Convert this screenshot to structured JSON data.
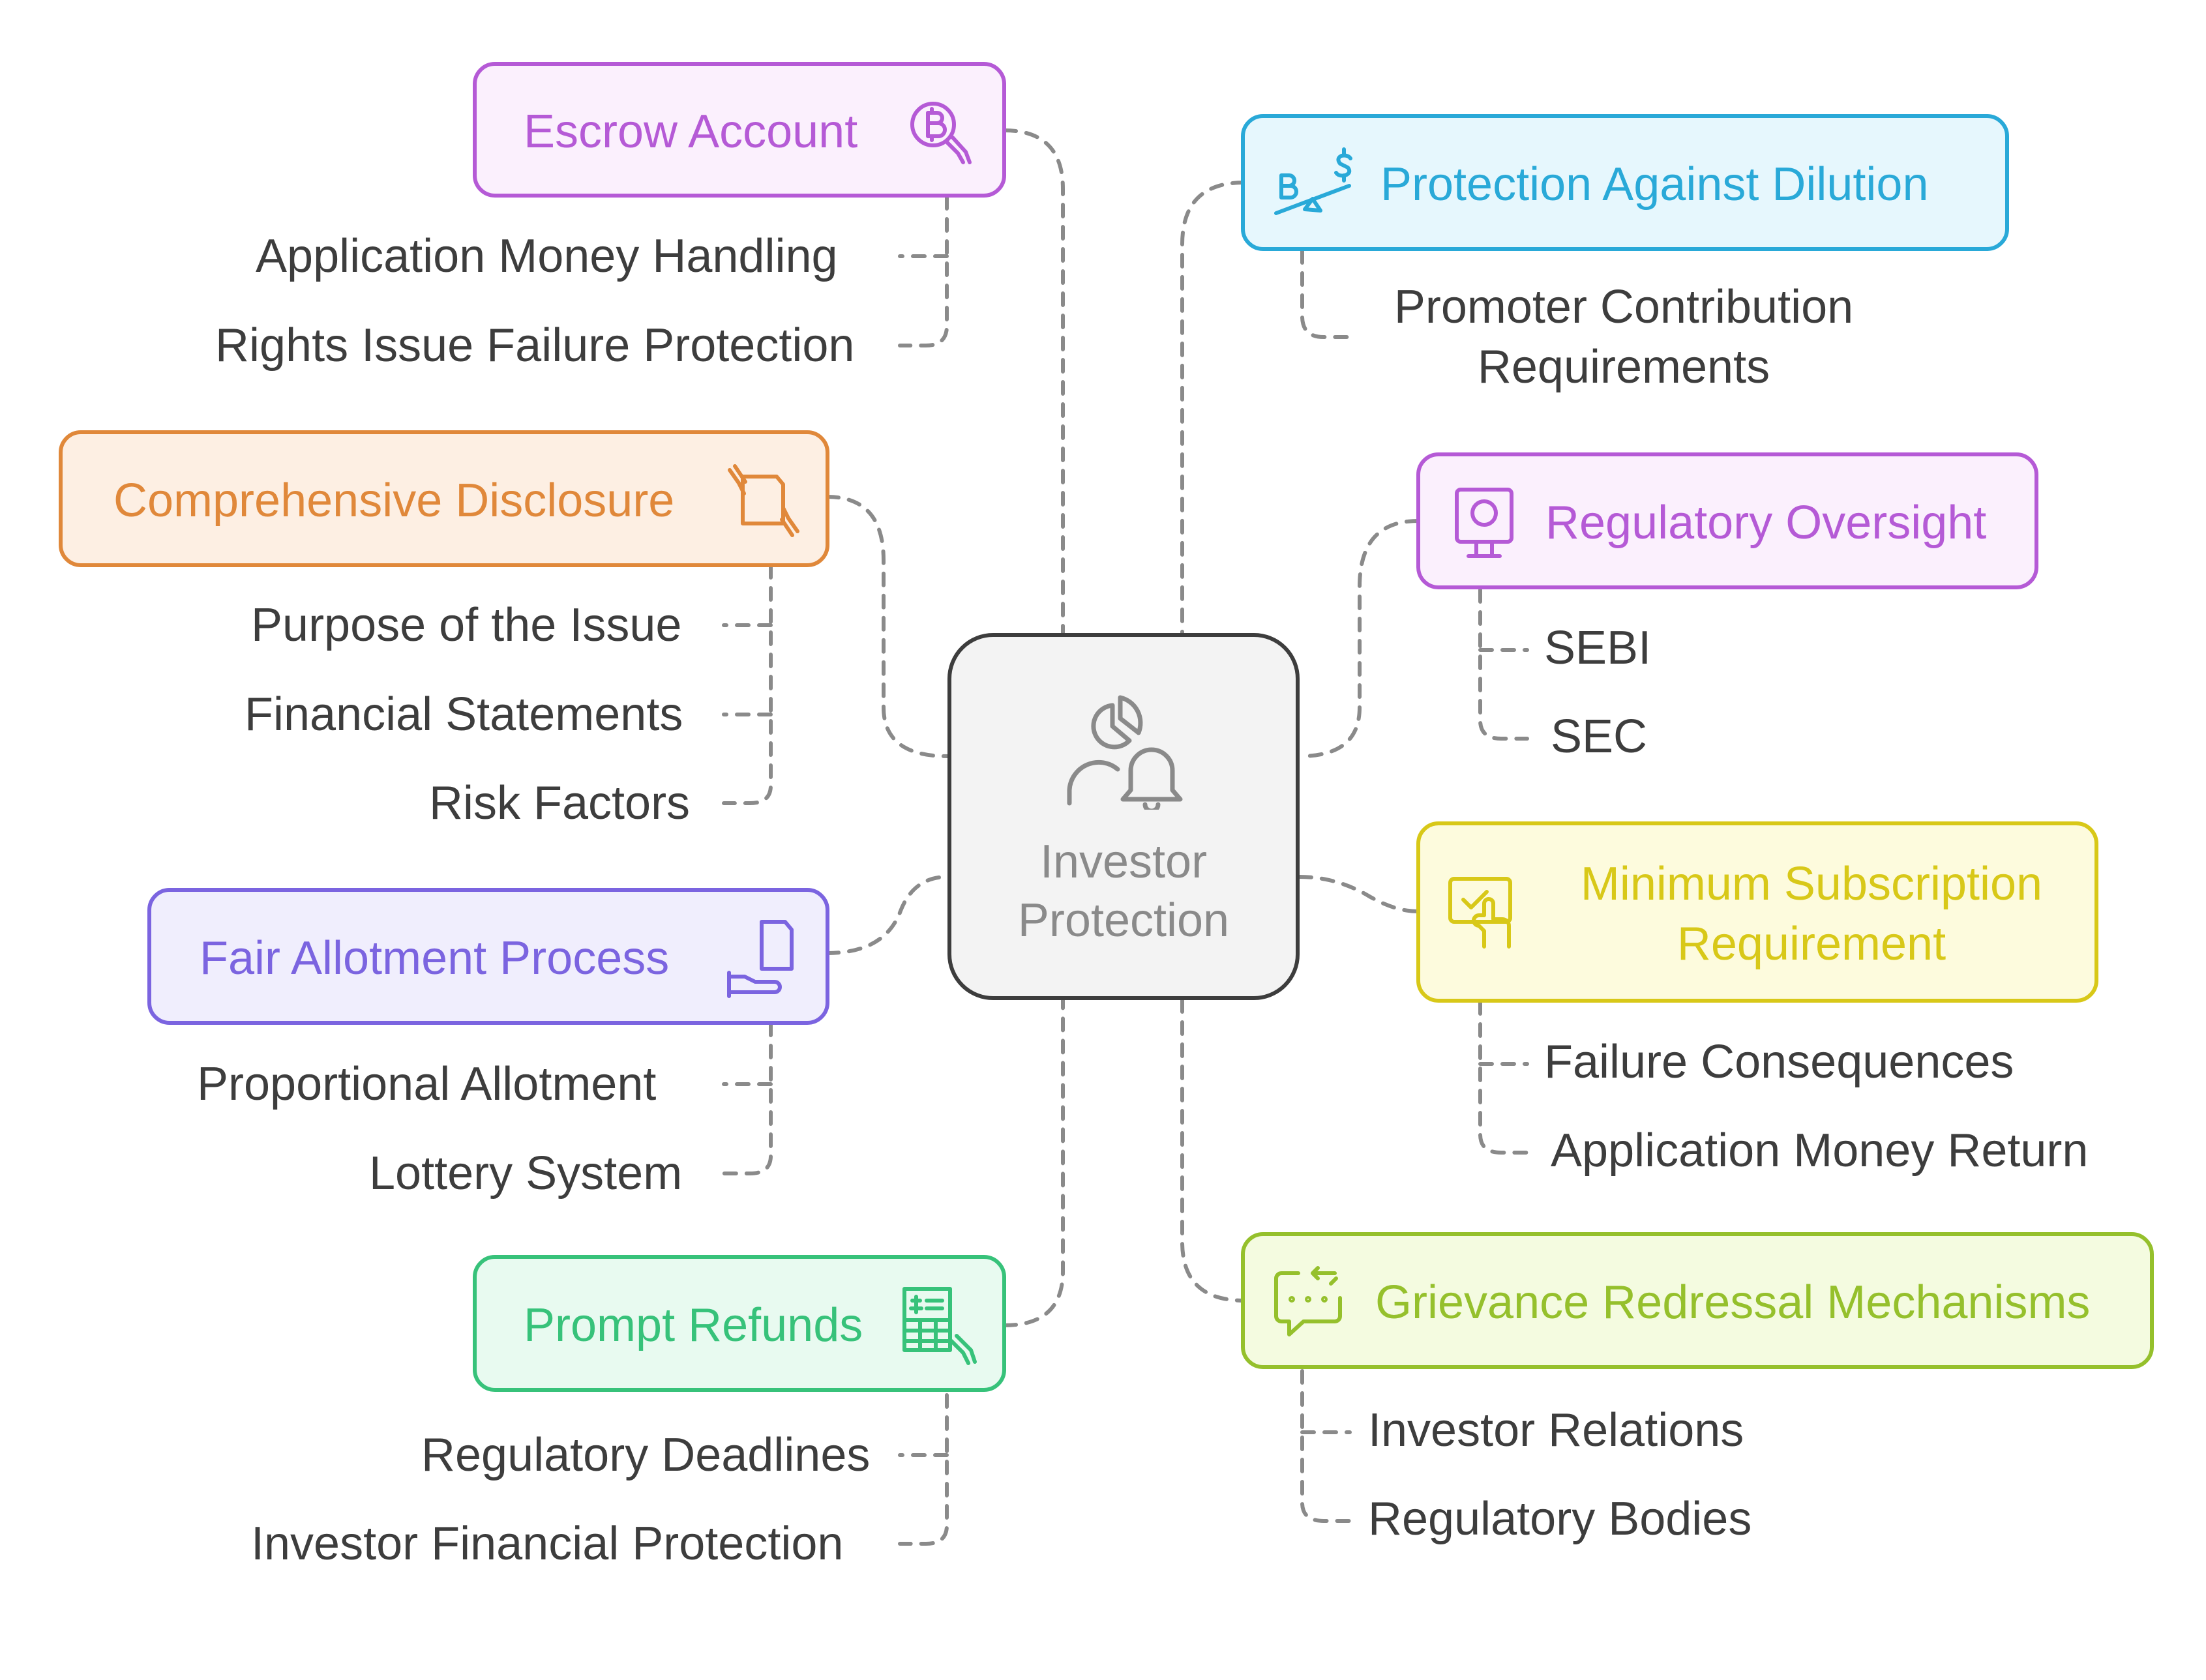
{
  "center": {
    "title": "Investor\nProtection",
    "icon": "investor-alert-icon"
  },
  "colors": {
    "connector": "#8a8a8a",
    "text_dark": "#3d3d3d",
    "purple": "#b55ad6",
    "purple_bg": "#fbf0fd",
    "orange": "#e0883a",
    "orange_bg": "#fdefe3",
    "violet": "#7b64e0",
    "violet_bg": "#f0eefd",
    "green": "#37c27a",
    "green_bg": "#e8faf0",
    "cyan": "#29a9d8",
    "cyan_bg": "#e6f7fd",
    "magenta": "#b55ad6",
    "magenta_bg": "#fbf0fd",
    "yellow": "#d8c818",
    "yellow_bg": "#fdfbdd",
    "lime": "#95c02c",
    "lime_bg": "#f4fbe0"
  },
  "branches": {
    "escrow": {
      "label": "Escrow Account",
      "icon": "bitcoin-hand-icon",
      "items": [
        "Application Money Handling",
        "Rights Issue Failure Protection"
      ]
    },
    "disclosure": {
      "label": "Comprehensive Disclosure",
      "icon": "document-hands-icon",
      "items": [
        "Purpose of the Issue",
        "Financial Statements",
        "Risk Factors"
      ]
    },
    "allotment": {
      "label": "Fair Allotment Process",
      "icon": "hand-document-icon",
      "items": [
        "Proportional Allotment",
        "Lottery System"
      ]
    },
    "refunds": {
      "label": "Prompt Refunds",
      "icon": "invoice-hand-icon",
      "items": [
        "Regulatory Deadlines",
        "Investor Financial Protection"
      ]
    },
    "dilution": {
      "label": "Protection Against Dilution",
      "icon": "seesaw-currency-icon",
      "items": [
        "Promoter Contribution\nRequirements"
      ]
    },
    "oversight": {
      "label": "Regulatory Oversight",
      "icon": "monitor-webcam-icon",
      "items": [
        "SEBI",
        "SEC"
      ]
    },
    "minimum": {
      "label": "Minimum Subscription\nRequirement",
      "icon": "checkbox-touch-icon",
      "items": [
        "Failure Consequences",
        "Application Money Return"
      ]
    },
    "grievance": {
      "label": "Grievance Redressal Mechanisms",
      "icon": "chat-dots-icon",
      "items": [
        "Investor Relations",
        "Regulatory Bodies"
      ]
    }
  }
}
